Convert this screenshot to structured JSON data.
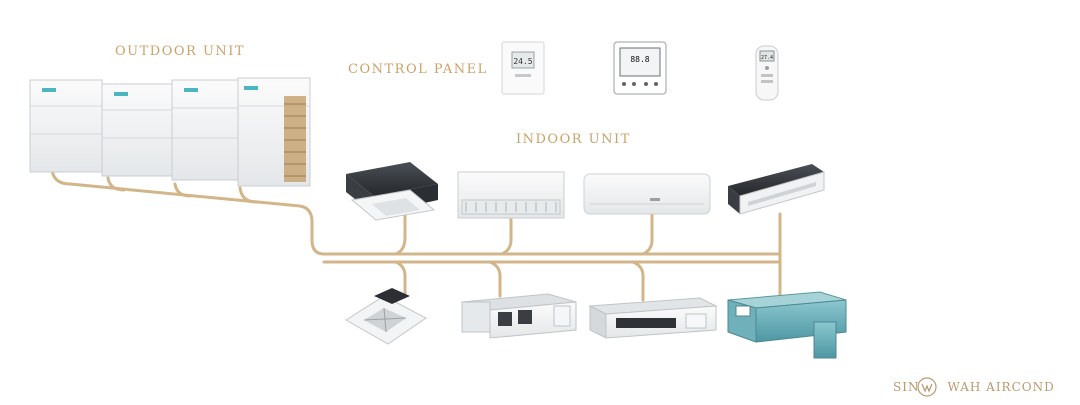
{
  "labels": {
    "outdoor": "OUTDOOR UNIT",
    "control": "CONTROL PANEL",
    "indoor": "INDOOR UNIT"
  },
  "controllers": {
    "wall_thermostat_display": "24.5",
    "wired_controller_display": "88.8",
    "remote_display": "27.4"
  },
  "brand": {
    "left": "SIN",
    "right": "WAH AIRCOND",
    "logo_icon": "sw-monogram-icon"
  },
  "colors": {
    "pipe": "#d2b68a",
    "label": "#c9a268",
    "unit_body": "#f1f3f4",
    "unit_edge": "#c9ced1",
    "duct_blue": "#5fa9b4"
  }
}
